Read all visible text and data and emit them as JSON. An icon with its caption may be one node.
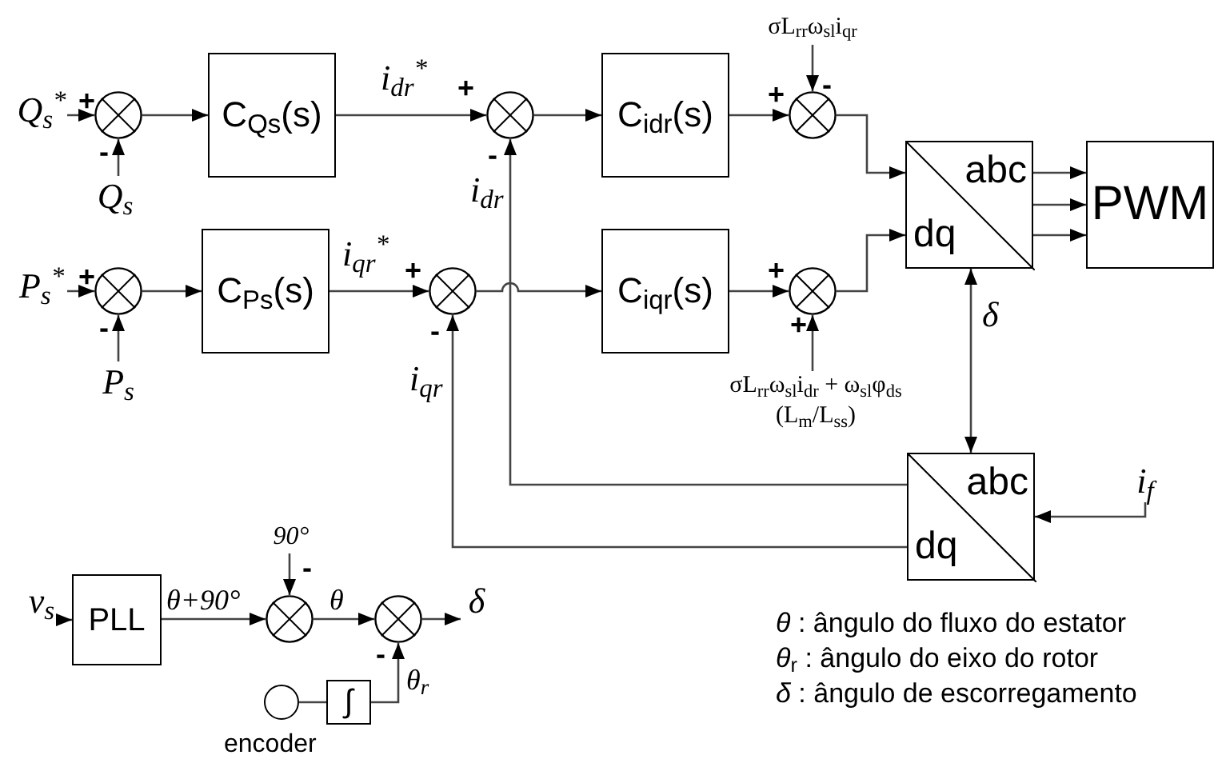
{
  "diagram": {
    "nodes": [
      {
        "text": [
          "Q$_{s}$$^{*}$"
        ]
      },
      {
        "text": [
          "Q$_{s}$"
        ]
      },
      {
        "text": [],
        "shape": "circle"
      },
      {
        "text": [
          "C$_{Qs}$(s)"
        ]
      },
      {
        "text": [],
        "shape": "circle"
      },
      {
        "text": [
          "C$_{idr}$(s)"
        ]
      },
      {
        "text": [
          "σL$_{rr}$ω$_{sl}$i$_{qr}$"
        ]
      },
      {
        "text": [],
        "shape": "circle"
      },
      {
        "text": [
          "abc",
          "dq"
        ]
      },
      {
        "text": [
          "PWM"
        ]
      },
      {
        "text": [
          "P$_{s}$$^{*}$"
        ]
      },
      {
        "text": [
          "P$_{s}$"
        ]
      },
      {
        "text": [],
        "shape": "circle"
      },
      {
        "text": [
          "C$_{Ps}$(s)"
        ]
      },
      {
        "text": [],
        "shape": "circle"
      },
      {
        "text": [
          "C$_{iqr}$(s)"
        ]
      },
      {
        "text": [
          "σL$_{rr}$ω$_{sl}$i$_{dr}$ + ω$_{sl}$φ$_{ds}$ (L$_{m}$/L$_{ss}$)"
        ]
      },
      {
        "text": [],
        "shape": "circle"
      },
      {
        "text": [
          "abc",
          "dq"
        ]
      },
      {
        "text": [
          "i$_{f}$"
        ]
      },
      {
        "text": [
          "v$_{s}$"
        ]
      },
      {
        "text": [
          "PLL"
        ]
      },
      {
        "text": [
          "90°"
        ]
      },
      {
        "text": [],
        "shape": "circle"
      },
      {
        "text": [],
        "shape": "circle"
      },
      {
        "text": [
          "δ"
        ]
      },
      {
        "text": [],
        "shape": "circle",
        "beside": [
          "encoder"
        ]
      },
      {
        "text": [
          "∫"
        ]
      }
    ],
    "edges": [
      {
        "from": 0,
        "to": 2,
        "arrow": "to"
      },
      {
        "from": 1,
        "to": 2,
        "arrow": "to"
      },
      {
        "from": 2,
        "to": 3,
        "arrow": "to"
      },
      {
        "from": 3,
        "to": 4,
        "arrow": "to",
        "label": "i$_{dr}$$^{*}$"
      },
      {
        "from": 4,
        "to": 5,
        "arrow": "to"
      },
      {
        "from": 5,
        "to": 7,
        "arrow": "to"
      },
      {
        "from": 6,
        "to": 7,
        "arrow": "to"
      },
      {
        "from": 7,
        "to": 8,
        "arrow": "to"
      },
      {
        "from": 8,
        "to": 9,
        "arrow": "to"
      },
      {
        "from": 8,
        "to": 9,
        "arrow": "to"
      },
      {
        "from": 8,
        "to": 9,
        "arrow": "to"
      },
      {
        "from": 10,
        "to": 12,
        "arrow": "to"
      },
      {
        "from": 11,
        "to": 12,
        "arrow": "to"
      },
      {
        "from": 12,
        "to": 13,
        "arrow": "to"
      },
      {
        "from": 13,
        "to": 14,
        "arrow": "to",
        "label": "i$_{qr}$$^{*}$"
      },
      {
        "from": 14,
        "to": 15,
        "arrow": "to"
      },
      {
        "from": 15,
        "to": 17,
        "arrow": "to"
      },
      {
        "from": 16,
        "to": 17,
        "arrow": "to"
      },
      {
        "from": 17,
        "to": 8,
        "arrow": "to"
      },
      {
        "from": 18,
        "to": 4,
        "arrow": "to",
        "label": "i$_{dr}$"
      },
      {
        "from": 18,
        "to": 14,
        "arrow": "to",
        "label": "i$_{qr}$"
      },
      {
        "from": 8,
        "to": 18,
        "arrow": "both",
        "label": "δ"
      },
      {
        "from": 19,
        "to": 18,
        "arrow": "to"
      },
      {
        "from": 20,
        "to": 21,
        "arrow": "to"
      },
      {
        "from": 21,
        "to": 23,
        "arrow": "to",
        "label": "θ+90°"
      },
      {
        "from": 22,
        "to": 23,
        "arrow": "to"
      },
      {
        "from": 23,
        "to": 24,
        "arrow": "to",
        "label": "θ"
      },
      {
        "from": 24,
        "to": 25,
        "arrow": "to"
      },
      {
        "from": 26,
        "to": 27,
        "arrow": "none"
      },
      {
        "from": 27,
        "to": 24,
        "arrow": "to",
        "label": "θ$_{r}$"
      }
    ],
    "labels": [
      "+",
      "-",
      "+",
      "-",
      "-",
      "+",
      "+",
      "-",
      "+",
      "-",
      "+",
      "+",
      "-",
      "-",
      "*θ* : ângulo do fluxo do estator",
      "*θ*$_{r}$ : ângulo do eixo do rotor",
      "*δ* : ângulo de escorregamento"
    ]
  }
}
